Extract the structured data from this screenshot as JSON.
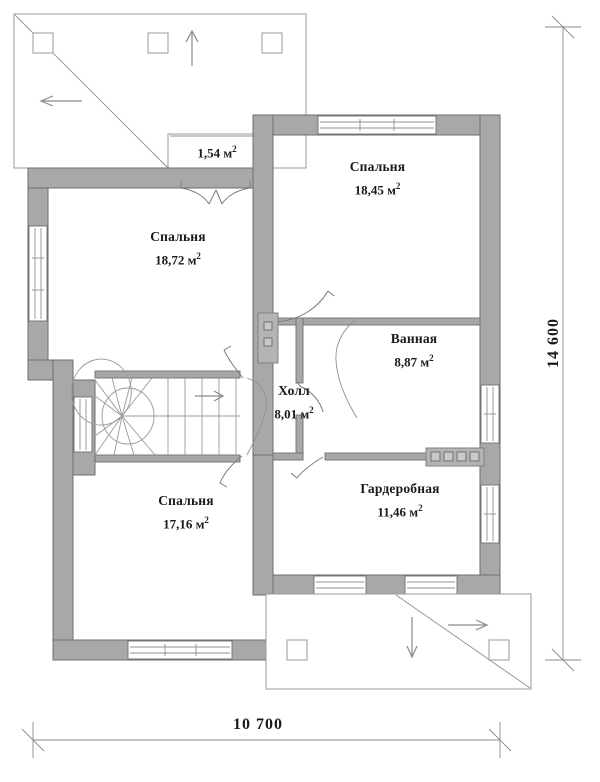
{
  "drawing": {
    "type": "floor-plan",
    "title_language": "ru",
    "wall_color": "#a8a8a8",
    "wall_outline_color": "#6e6e6e",
    "line_color": "#808080",
    "text_color": "#1a1a1a",
    "background": "#ffffff",
    "unit_area": "м²",
    "unit_dimension": "mm"
  },
  "rooms": [
    {
      "id": "balcony",
      "name": "",
      "area": "1,54 м²",
      "area_value": 1.54
    },
    {
      "id": "bedroom-1",
      "name": "Спальня",
      "area": "18,72 м²",
      "area_value": 18.72
    },
    {
      "id": "bedroom-2",
      "name": "Спальня",
      "area": "18,45 м²",
      "area_value": 18.45
    },
    {
      "id": "bathroom",
      "name": "Ванная",
      "area": "8,87 м²",
      "area_value": 8.87
    },
    {
      "id": "hall",
      "name": "Холл",
      "area": "8,01 м²",
      "area_value": 8.01
    },
    {
      "id": "bedroom-3",
      "name": "Спальня",
      "area": "17,16 м²",
      "area_value": 17.16
    },
    {
      "id": "wardrobe",
      "name": "Гардеробная",
      "area": "11,46 м²",
      "area_value": 11.46
    }
  ],
  "dimensions": {
    "bottom": {
      "label": "10 700",
      "value": 10700,
      "orientation": "horizontal"
    },
    "right": {
      "label": "14 600",
      "value": 14600,
      "orientation": "vertical"
    }
  },
  "annotations": {
    "roof_slope_arrows": [
      "up",
      "left",
      "down",
      "right"
    ],
    "stair_direction_arrow": "right"
  }
}
